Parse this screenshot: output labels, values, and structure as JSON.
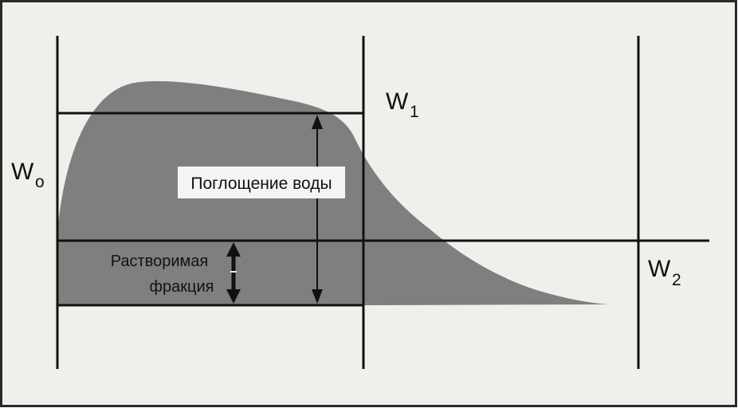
{
  "labels": {
    "w0": {
      "main": "W",
      "sub": "o"
    },
    "w1": {
      "main": "W",
      "sub": "1"
    },
    "w2": {
      "main": "W",
      "sub": "2"
    },
    "water_uptake": "Поглощение воды",
    "soluble_fraction_line1": "Растворимая",
    "soluble_fraction_line2": "фракция"
  },
  "colors": {
    "background": "#efefec",
    "frame": "#2a2a2a",
    "curve_fill": "#7f7f7f",
    "lines": "#111111",
    "label_box": "#f4f4f2"
  }
}
